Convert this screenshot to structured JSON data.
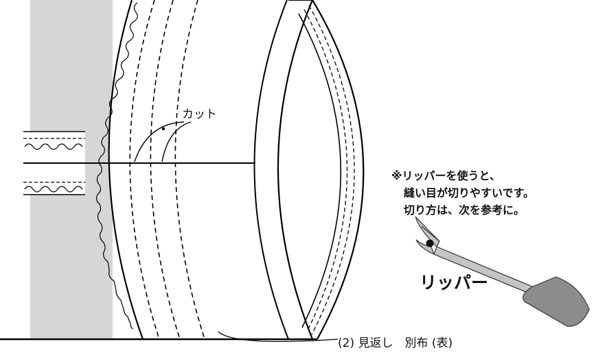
{
  "labels": {
    "cut": "カット",
    "facing": "(2) 見返し　別布 (表)",
    "ripper": "リッパー"
  },
  "note": {
    "line1": "※リッパーを使うと、",
    "line2": "縫い目が切りやすいです。",
    "line3": "切り方は、次を参考に。"
  },
  "colors": {
    "line": "#000000",
    "background_panel": "#d6d6d6",
    "ripper_tool": "#8c8c8c"
  }
}
